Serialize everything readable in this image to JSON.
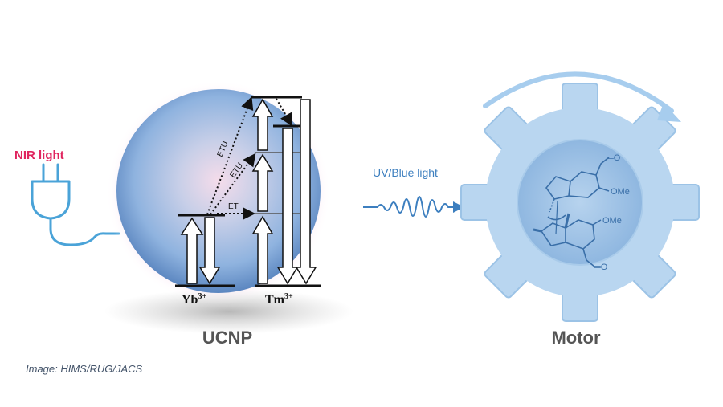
{
  "labels": {
    "nir_light": "NIR light",
    "uv_blue_light": "UV/Blue light",
    "ucnp": "UCNP",
    "motor": "Motor",
    "ion_yb_base": "Yb",
    "ion_yb_sup": "3+",
    "ion_tm_base": "Tm",
    "ion_tm_sup": "3+",
    "etu_1": "ETU",
    "etu_2": "ETU",
    "et": "ET",
    "ome_top": "OMe",
    "ome_bottom": "OMe"
  },
  "credit": "Image: HIMS/RUG/JACS",
  "colors": {
    "nir_text": "#e0245e",
    "plug": "#4aa3d8",
    "sphere_center": "#f2d6ea",
    "sphere_edge": "#5f8fc9",
    "gear": "#b9d6f0",
    "gear_inner": "#9fc3e6",
    "wave": "#3d7fbf",
    "label_dark": "#555555"
  }
}
